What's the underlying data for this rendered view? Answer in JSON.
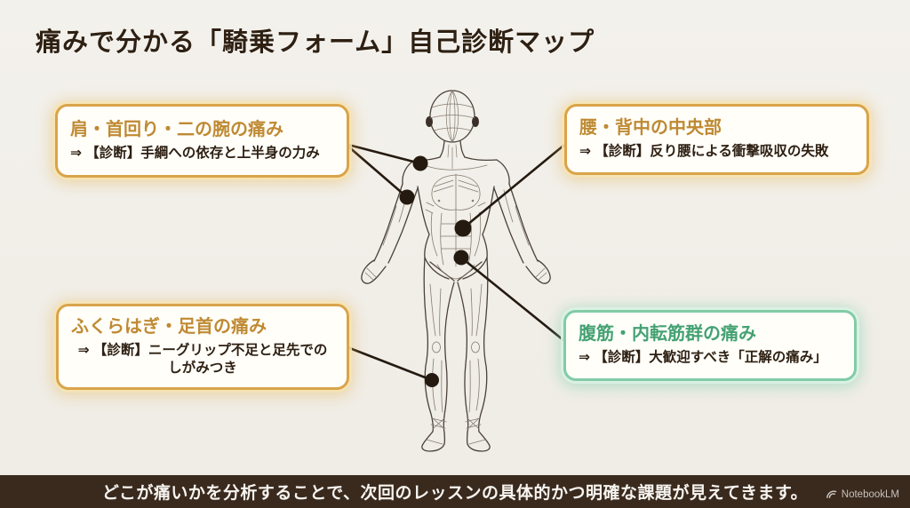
{
  "page": {
    "title": "痛みで分かる「騎乗フォーム」自己診断マップ"
  },
  "callouts": {
    "shoulder": {
      "title": "肩・首回り・二の腕の痛み",
      "diagnosis": "⇒ 【診断】手綱への依存と上半身の力み"
    },
    "back": {
      "title": "腰・背中の中央部",
      "diagnosis": "⇒ 【診断】反り腰による衝撃吸収の失敗"
    },
    "calf": {
      "title": "ふくらはぎ・足首の痛み",
      "diagnosis": "⇒ 【診断】ニーグリップ不足と足先でのしがみつき"
    },
    "core": {
      "title": "腹筋・内転筋群の痛み",
      "diagnosis": "⇒ 【診断】大歓迎すべき「正解の痛み」"
    }
  },
  "footer": {
    "message": "どこが痛いかを分析することで、次回のレッスンの具体的かつ明確な課題が見えてきます。",
    "brand": "NotebookLM"
  },
  "colors": {
    "background": "#f1eee8",
    "ink": "#2e2012",
    "accent_gold_text": "#bf8a33",
    "accent_gold_border": "#d9a44a",
    "accent_green_text": "#44a173",
    "accent_green_border": "#82cba6",
    "footer_bg": "#3a2a1e",
    "connector": "#241a10"
  }
}
